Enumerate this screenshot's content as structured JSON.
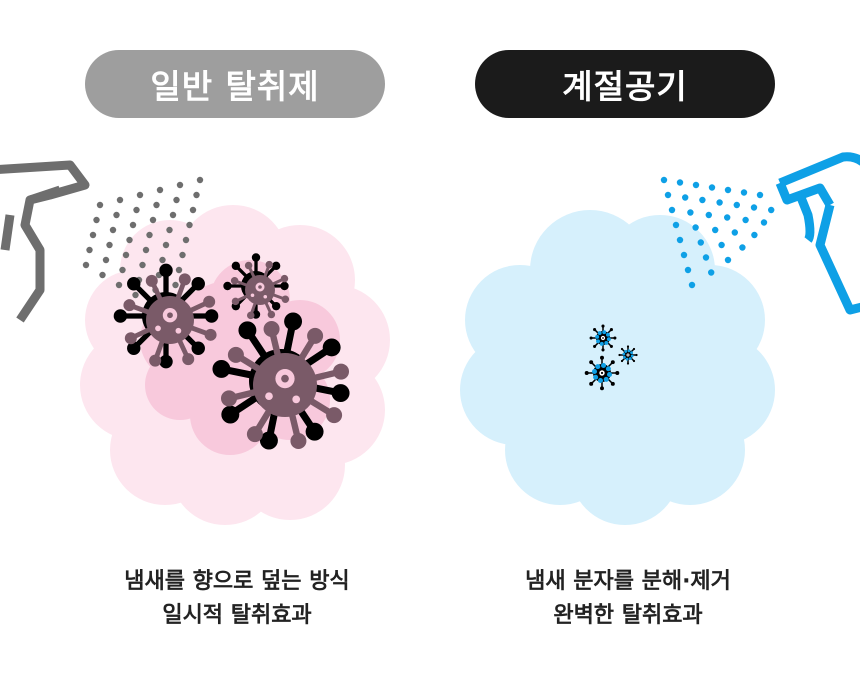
{
  "left": {
    "title": "일반 탈취제",
    "caption_line1": "냄새를 향으로 덮는 방식",
    "caption_line2": "일시적 탈취효과",
    "pill_color": "#9e9e9e",
    "icon": "spray-bottle-icon",
    "bottle_color": "#6e6e6e",
    "cloud_color": "#fde6ef",
    "cloud_inner_color": "#f8c9dc",
    "virus_color": "#7a5a68"
  },
  "right": {
    "title": "계절공기",
    "caption_line1": "냄새 분자를 분해·제거",
    "caption_line2": "완벽한 탈취효과",
    "pill_color": "#1b1b1b",
    "icon": "spray-bottle-icon",
    "bottle_color": "#0ea0e6",
    "cloud_color": "#d6f0fc",
    "virus_color": "#0ea0e6"
  }
}
